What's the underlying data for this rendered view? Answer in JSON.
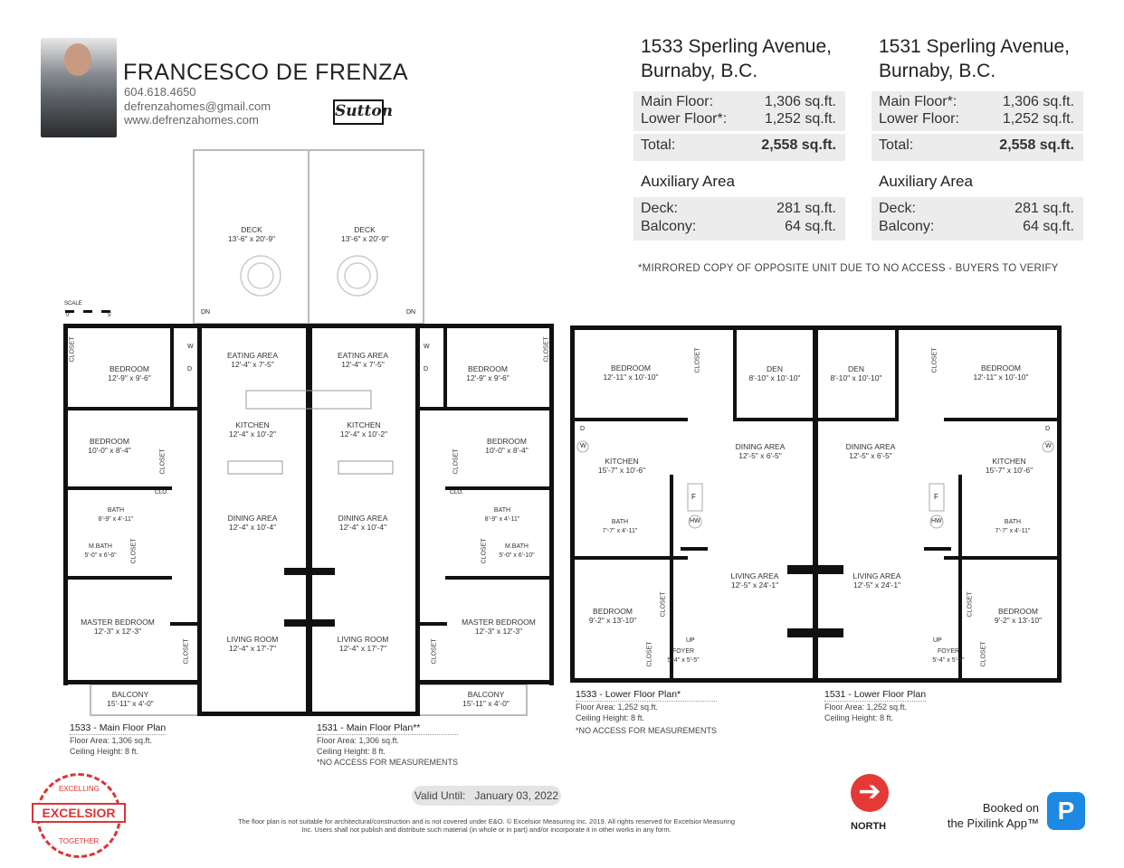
{
  "agent": {
    "name": "FRANCESCO DE FRENZA",
    "phone": "604.618.4650",
    "email": "defrenzahomes@gmail.com",
    "website": "www.defrenzahomes.com",
    "brokerage_logo": "Sutton"
  },
  "units": [
    {
      "address_line1": "1533 Sperling Avenue,",
      "address_line2": "Burnaby, B.C.",
      "main_label": "Main Floor:",
      "main_value": "1,306 sq.ft.",
      "lower_label": "Lower Floor*:",
      "lower_value": "1,252 sq.ft.",
      "total_label": "Total:",
      "total_value": "2,558 sq.ft.",
      "aux_title": "Auxiliary Area",
      "deck_label": "Deck:",
      "deck_value": "281 sq.ft.",
      "balcony_label": "Balcony:",
      "balcony_value": "64 sq.ft."
    },
    {
      "address_line1": "1531 Sperling Avenue,",
      "address_line2": "Burnaby, B.C.",
      "main_label": "Main Floor*:",
      "main_value": "1,306 sq.ft.",
      "lower_label": "Lower Floor:",
      "lower_value": "1,252 sq.ft.",
      "total_label": "Total:",
      "total_value": "2,558 sq.ft.",
      "aux_title": "Auxiliary Area",
      "deck_label": "Deck:",
      "deck_value": "281 sq.ft.",
      "balcony_label": "Balcony:",
      "balcony_value": "64 sq.ft."
    }
  ],
  "mirror_note": "*MIRRORED COPY OF OPPOSITE UNIT DUE TO NO ACCESS - BUYERS TO VERIFY",
  "scale": {
    "label": "SCALE",
    "start": "0'",
    "end": "5'"
  },
  "stairs": {
    "down": "DN",
    "up": "UP"
  },
  "plans": [
    {
      "title": "1533 - Main Floor Plan",
      "area": "Floor Area: 1,306 sq.ft.",
      "ceiling": "Ceiling Height: 8 ft.",
      "rooms": [
        {
          "name": "DECK",
          "dims": "13'-6\" x 20'-9\""
        },
        {
          "name": "EATING AREA",
          "dims": "12'-4\" x 7'-5\""
        },
        {
          "name": "BEDROOM",
          "dims": "12'-9\" x 9'-6\""
        },
        {
          "name": "KITCHEN",
          "dims": "12'-4\" x 10'-2\""
        },
        {
          "name": "BEDROOM",
          "dims": "10'-0\" x 8'-4\""
        },
        {
          "name": "BATH",
          "dims": "8'-9\" x 4'-11\""
        },
        {
          "name": "DINING AREA",
          "dims": "12'-4\" x 10'-4\""
        },
        {
          "name": "MASTER BEDROOM",
          "dims": "12'-3\" x 12'-3\""
        },
        {
          "name": "LIVING ROOM",
          "dims": "12'-4\" x 17'-7\""
        },
        {
          "name": "BALCONY",
          "dims": "15'-11\" x 4'-0\""
        },
        {
          "name": "M.BATH",
          "dims": "5'-0\" x 6'-6\""
        }
      ]
    },
    {
      "title": "1531 - Main Floor Plan**",
      "area": "Floor Area: 1,306 sq.ft.",
      "ceiling": "Ceiling Height: 8 ft.",
      "note": "*NO ACCESS FOR MEASUREMENTS",
      "rooms": [
        {
          "name": "DECK",
          "dims": "13'-6\" x 20'-9\""
        },
        {
          "name": "EATING AREA",
          "dims": "12'-4\" x 7'-5\""
        },
        {
          "name": "BEDROOM",
          "dims": "12'-9\" x 9'-6\""
        },
        {
          "name": "KITCHEN",
          "dims": "12'-4\" x 10'-2\""
        },
        {
          "name": "BEDROOM",
          "dims": "10'-0\" x 8'-4\""
        },
        {
          "name": "BATH",
          "dims": "8'-9\" x 4'-11\""
        },
        {
          "name": "DINING AREA",
          "dims": "12'-4\" x 10'-4\""
        },
        {
          "name": "MASTER BEDROOM",
          "dims": "12'-3\" x 12'-3\""
        },
        {
          "name": "LIVING ROOM",
          "dims": "12'-4\" x 17'-7\""
        },
        {
          "name": "BALCONY",
          "dims": "15'-11\" x 4'-0\""
        },
        {
          "name": "M.BATH",
          "dims": "5'-0\" x 6'-10\""
        }
      ]
    },
    {
      "title": "1533 - Lower Floor Plan*",
      "area": "Floor Area: 1,252 sq.ft.",
      "ceiling": "Ceiling Height: 8 ft.",
      "note": "*NO ACCESS FOR MEASUREMENTS",
      "rooms": [
        {
          "name": "BEDROOM",
          "dims": "12'-11\" x 10'-10\""
        },
        {
          "name": "DEN",
          "dims": "8'-10\" x 10'-10\""
        },
        {
          "name": "DINING AREA",
          "dims": "12'-5\" x 6'-5\""
        },
        {
          "name": "KITCHEN",
          "dims": "15'-7\" x 10'-6\""
        },
        {
          "name": "BATH",
          "dims": "7'-7\" x 4'-11\""
        },
        {
          "name": "LIVING AREA",
          "dims": "12'-5\" x 24'-1\""
        },
        {
          "name": "BEDROOM",
          "dims": "9'-2\" x 13'-10\""
        },
        {
          "name": "FOYER",
          "dims": "5'-4\" x 5'-5\""
        }
      ]
    },
    {
      "title": "1531 - Lower Floor Plan",
      "area": "Floor Area: 1,252 sq.ft.",
      "ceiling": "Ceiling Height: 8 ft.",
      "rooms": [
        {
          "name": "DEN",
          "dims": "8'-10\" x 10'-10\""
        },
        {
          "name": "BEDROOM",
          "dims": "12'-11\" x 10'-10\""
        },
        {
          "name": "DINING AREA",
          "dims": "12'-5\" x 6'-5\""
        },
        {
          "name": "KITCHEN",
          "dims": "15'-7\" x 10'-6\""
        },
        {
          "name": "BATH",
          "dims": "7'-7\" x 4'-11\""
        },
        {
          "name": "LIVING AREA",
          "dims": "12'-5\" x 24'-1\""
        },
        {
          "name": "BEDROOM",
          "dims": "9'-2\" x 13'-10\""
        },
        {
          "name": "FOYER",
          "dims": "5'-4\" x 5'-5\""
        }
      ]
    }
  ],
  "fixtures": {
    "closet": "CLOSET",
    "clo": "CLO.",
    "washer": "W",
    "dryer": "D",
    "furnace": "F",
    "hot_water": "HW"
  },
  "valid_label": "Valid Until:",
  "valid_date": "January 03, 2022",
  "legal": "The floor plan is not suitable for architectural/construction and is not covered under E&O. © Excelsior Measuring Inc. 2019. All rights reserved for Excelsior Measuring Inc. Users shall not publish and distribute such material (in whole or in part) and/or incorporate it in other works in any form.",
  "stamp": {
    "top": "EXCELLING",
    "center": "EXCELSIOR",
    "bottom": "TOGETHER"
  },
  "north_label": "NORTH",
  "booked_line1": "Booked on",
  "booked_line2": "the Pixilink App™",
  "pixilink_logo": "P",
  "colors": {
    "stamp": "#d33333",
    "north": "#e53935",
    "pixilink": "#1e88e5",
    "panel": "#ececec"
  }
}
